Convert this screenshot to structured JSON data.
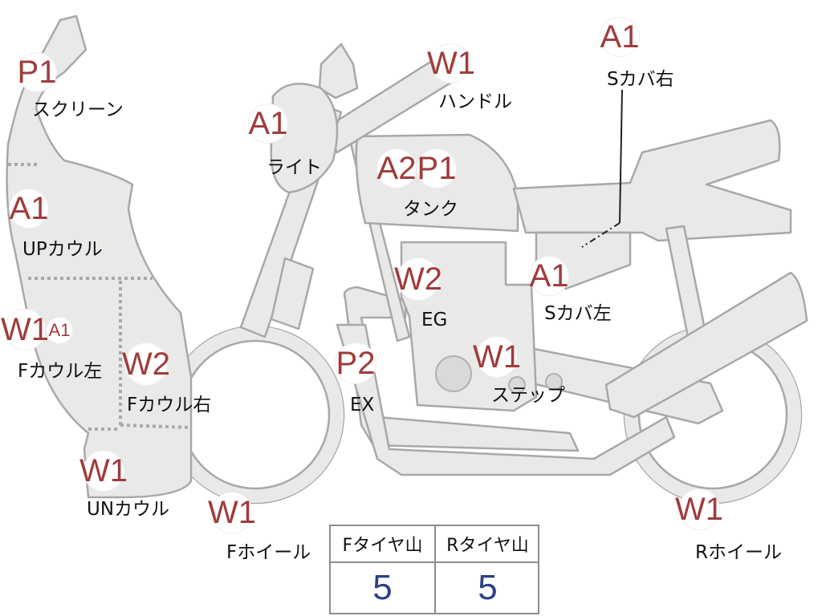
{
  "parts": [
    {
      "id": "screen",
      "label": "スクリーン",
      "codes": [
        "P1"
      ]
    },
    {
      "id": "light",
      "label": "ライト",
      "codes": [
        "A1"
      ]
    },
    {
      "id": "handle",
      "label": "ハンドル",
      "codes": [
        "W1"
      ]
    },
    {
      "id": "s-cover-right",
      "label": "Sカバ右",
      "codes": [
        "A1"
      ]
    },
    {
      "id": "tank",
      "label": "タンク",
      "codes": [
        "A2",
        "P1"
      ]
    },
    {
      "id": "up-cowl",
      "label": "UPカウル",
      "codes": [
        "A1"
      ]
    },
    {
      "id": "engine",
      "label": "EG",
      "codes": [
        "W2"
      ]
    },
    {
      "id": "s-cover-left",
      "label": "Sカバ左",
      "codes": [
        "A1"
      ]
    },
    {
      "id": "f-cowl-left",
      "label": "Fカウル左",
      "codes": [
        "W1",
        "A1"
      ]
    },
    {
      "id": "f-cowl-right",
      "label": "Fカウル右",
      "codes": [
        "W2"
      ]
    },
    {
      "id": "exhaust",
      "label": "EX",
      "codes": [
        "P2"
      ]
    },
    {
      "id": "step",
      "label": "ステップ",
      "codes": [
        "W1"
      ]
    },
    {
      "id": "un-cowl",
      "label": "UNカウル",
      "codes": [
        "W1"
      ]
    },
    {
      "id": "f-wheel",
      "label": "Fホイール",
      "codes": [
        "W1"
      ]
    },
    {
      "id": "r-wheel",
      "label": "Rホイール",
      "codes": [
        "W1"
      ]
    }
  ],
  "tire_table": {
    "headers": [
      "Fタイヤ山",
      "Rタイヤ山"
    ],
    "values": [
      "5",
      "5"
    ]
  },
  "colors": {
    "code_text": "#a03c3c",
    "value_text": "#2d4187",
    "part_fill": "#e9e9e7",
    "part_stroke": "#a8a8a8"
  }
}
